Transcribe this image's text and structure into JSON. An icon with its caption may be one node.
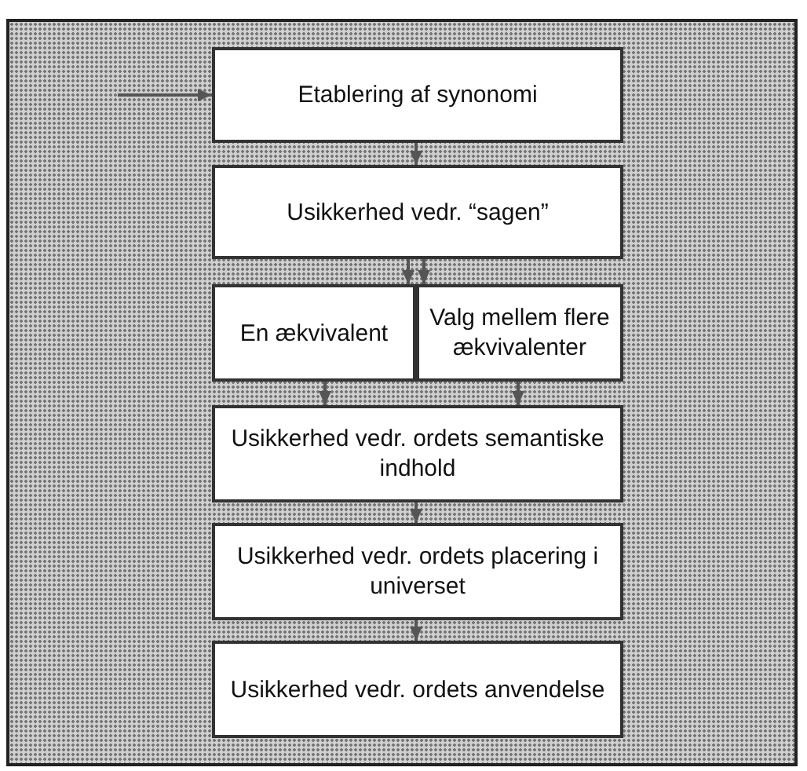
{
  "diagram": {
    "nodes": [
      {
        "text": [
          "Etablering af synonomi"
        ]
      },
      {
        "text": [
          "Usikkerhed vedr. “sagen”"
        ]
      },
      {
        "text": [
          "En ækvivalent"
        ]
      },
      {
        "text": [
          "Valg mellem flere ækvivalenter"
        ]
      },
      {
        "text": [
          "Usikkerhed vedr. ordets semantiske indhold"
        ]
      },
      {
        "text": [
          "Usikkerhed vedr. ordets placering i universet"
        ]
      },
      {
        "text": [
          "Usikkerhed vedr. ordets anvendelse"
        ]
      }
    ],
    "edges": [
      {
        "from": null,
        "to": 0,
        "arrow": "to"
      },
      {
        "from": 0,
        "to": 1,
        "arrow": "to"
      },
      {
        "from": 1,
        "to": 2,
        "arrow": "to"
      },
      {
        "from": 1,
        "to": 3,
        "arrow": "to"
      },
      {
        "from": 2,
        "to": 4,
        "arrow": "to"
      },
      {
        "from": 3,
        "to": 4,
        "arrow": "to"
      },
      {
        "from": 4,
        "to": 5,
        "arrow": "to"
      },
      {
        "from": 5,
        "to": 6,
        "arrow": "to"
      }
    ]
  }
}
